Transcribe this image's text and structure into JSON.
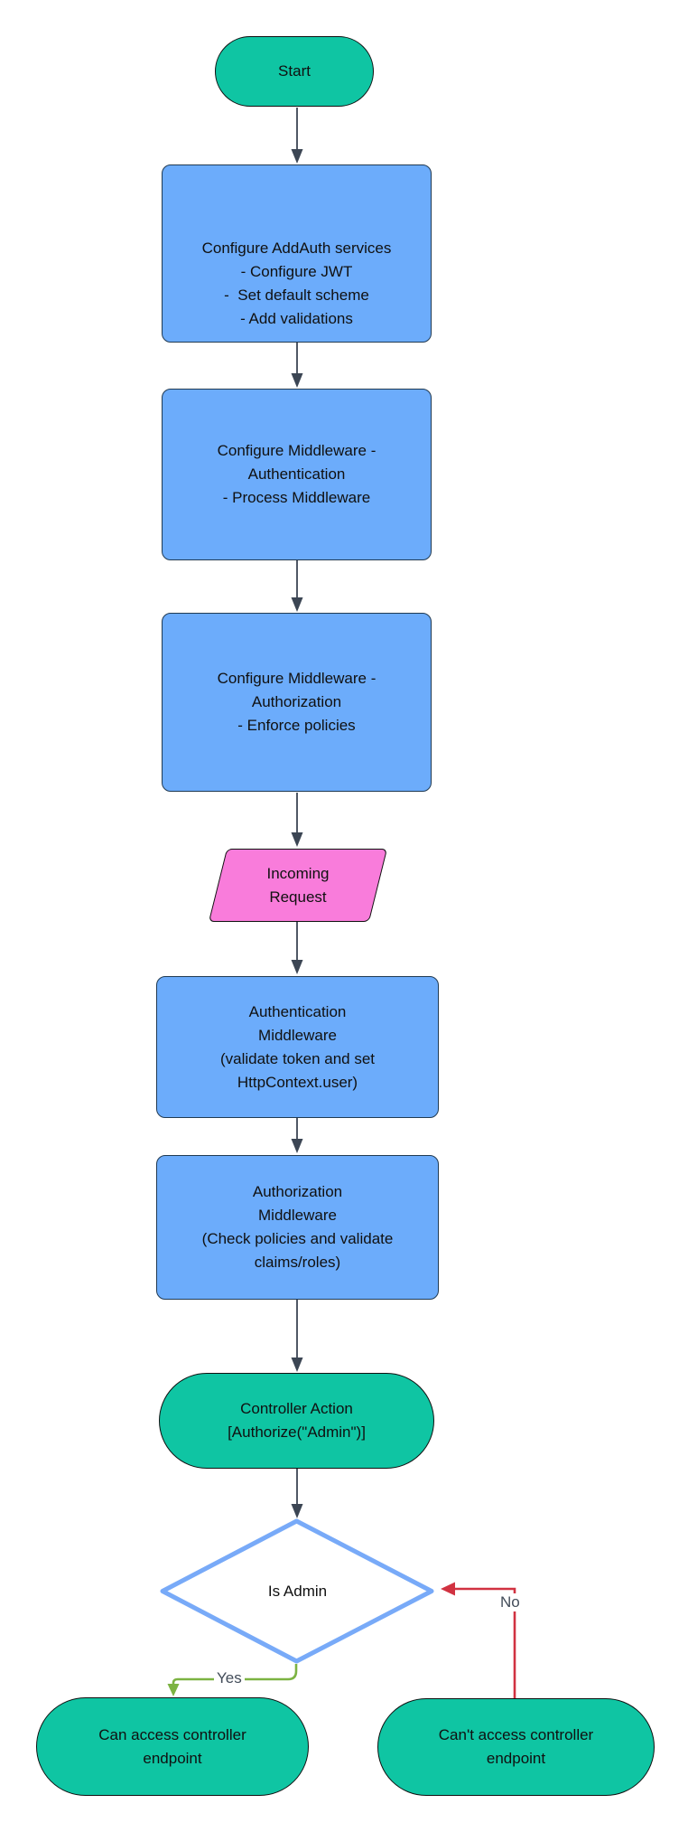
{
  "diagram": {
    "nodes": {
      "start": {
        "label": "Start"
      },
      "configure_services": {
        "label": "Configure AddAuth services\n- Configure JWT\n-  Set default scheme\n- Add validations"
      },
      "configure_mw_authn": {
        "label": "Configure Middleware -\nAuthentication\n- Process Middleware"
      },
      "configure_mw_authz": {
        "label": "Configure Middleware -\nAuthorization\n- Enforce policies"
      },
      "incoming_request": {
        "label": "Incoming\nRequest"
      },
      "authentication_mw": {
        "label": "Authentication\nMiddleware\n(validate token and set\nHttpContext.user)"
      },
      "authorization_mw": {
        "label": "Authorization\nMiddleware\n(Check policies and validate\nclaims/roles)"
      },
      "controller_action": {
        "label": "Controller Action\n[Authorize(\"Admin\")]"
      },
      "is_admin": {
        "label": "Is Admin"
      },
      "can_access": {
        "label": "Can access controller\nendpoint"
      },
      "cant_access": {
        "label": "Can't access controller\nendpoint"
      }
    },
    "edge_labels": {
      "yes": "Yes",
      "no": "No"
    },
    "colors": {
      "process_fill": "#6CACFB",
      "terminal_fill": "#0FC5A3",
      "io_fill": "#F97CDB",
      "decision_stroke": "#78AAF8",
      "connector": "#3C4654",
      "yes_edge": "#7CB342",
      "no_edge": "#D13241"
    }
  }
}
